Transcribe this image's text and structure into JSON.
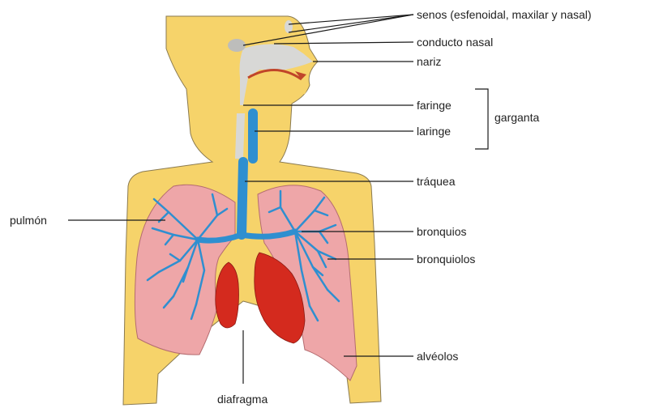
{
  "colors": {
    "body": "#F6D36A",
    "body_outline": "#8A7A50",
    "lung": "#EEA6A8",
    "lung_outline": "#B46C70",
    "airway": "#2F8FD0",
    "heart": "#D42A1E",
    "nasal": "#D8D8D6",
    "air_flow": "#C0452A",
    "leader": "#1A1A1A"
  },
  "labels": {
    "senos": "senos (esfenoidal, maxilar y nasal)",
    "conducto_nasal": "conducto nasal",
    "nariz": "nariz",
    "faringe": "faringe",
    "laringe": "laringe",
    "garganta": "garganta",
    "traquea": "tráquea",
    "pulmon": "pulmón",
    "bronquios": "bronquios",
    "bronquiolos": "bronquiolos",
    "alveolos": "alvéolos",
    "diafragma": "diafragma"
  }
}
